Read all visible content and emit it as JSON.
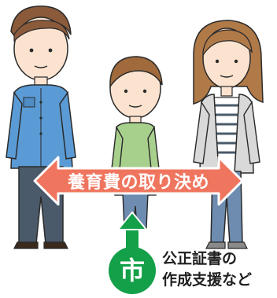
{
  "arrow": {
    "label": "養育費の取り決め",
    "color": "#f0755e",
    "inner_color": "#e8604a"
  },
  "city_badge": {
    "label": "市",
    "color": "#13a049"
  },
  "support_text": {
    "line1": "公正証書の",
    "line2": "作成支援など"
  },
  "figures": {
    "father_shirt": "#5b9bd5",
    "mother_cardigan": "#d9d9d9",
    "child_shirt": "#a8d08d",
    "pants": "#4a5a6a",
    "jeans": "#6e8cb0"
  }
}
